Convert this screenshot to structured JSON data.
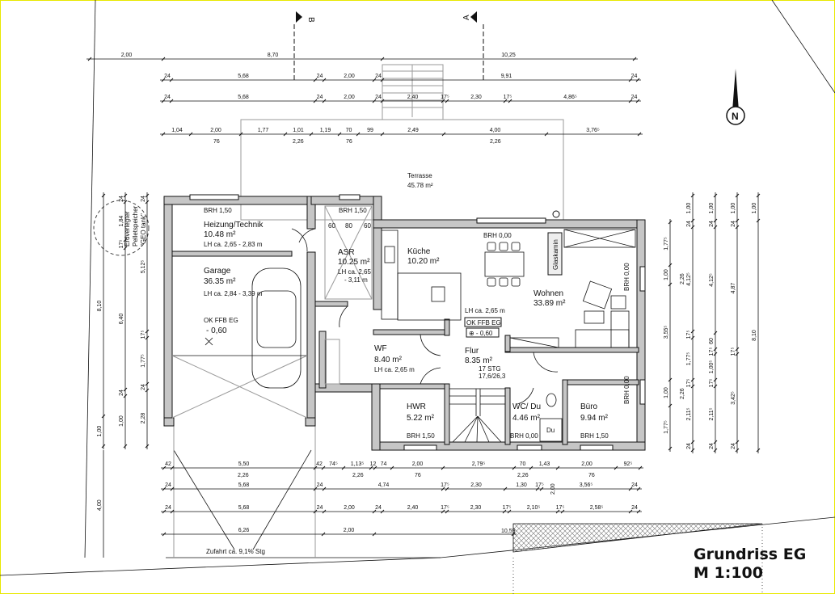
{
  "title": {
    "name": "Grundriss EG",
    "scale": "M 1:100"
  },
  "section_markers": {
    "b": "B",
    "a": "A"
  },
  "north": "N",
  "terrace": {
    "name": "Terrasse",
    "area": "45.78 m²"
  },
  "driveway": "Zufahrt ca. 9,1% Stg",
  "pellet_storage": [
    "Erdverlegter",
    "Pelletspeicher",
    "\"GEO tank\""
  ],
  "rooms": {
    "technik": {
      "brh": "BRH 1,50",
      "name": "Heizung/Technik",
      "area": "10.48 m²",
      "lh": "LH ca. 2,65 - 2,83 m"
    },
    "garage": {
      "name": "Garage",
      "area": "36.35 m²",
      "lh": "LH ca. 2,84 - 3,39 m",
      "level_label": "OK FFB EG",
      "level": "- 0,60"
    },
    "asr": {
      "brh": "BRH 1,50",
      "name": "ASR",
      "area": "10.25 m²",
      "lh": "LH ca. 2,65",
      "lh2": "- 3,11 m",
      "shelves": [
        "60",
        "80",
        "60"
      ]
    },
    "kueche": {
      "name": "Küche",
      "area": "10.20 m²"
    },
    "wohnen": {
      "name": "Wohnen",
      "area": "33.89 m²",
      "brh_top": "BRH 0,00",
      "brh_right": "BRH 0,00",
      "fireplace": "Glaskamin",
      "lh": "LH ca. 2,65 m",
      "level_label": "OK FFB EG",
      "level": "⊕ - 0,60"
    },
    "wf": {
      "name": "WF",
      "area": "8.40 m²",
      "lh": "LH ca. 2,65 m"
    },
    "flur": {
      "name": "Flur",
      "area": "8.35 m²",
      "stairs": "17 STG",
      "stairs_ratio": "17,6/26,3"
    },
    "hwr": {
      "name": "HWR",
      "area": "5.22 m²",
      "brh": "BRH 1,50"
    },
    "wc": {
      "name": "WC/ Du",
      "area": "4.46 m²",
      "brh": "BRH 0,00",
      "shower": "Du"
    },
    "buero": {
      "name": "Büro",
      "area": "9.94 m²",
      "brh": "BRH 1,50",
      "brh_right": "BRH 0,00"
    }
  },
  "dimensions": {
    "top": [
      [
        "2,00",
        "8,70",
        "10,25"
      ],
      [
        "24",
        "5,68",
        "24",
        "2,00",
        "24",
        "9,91",
        "24"
      ],
      [
        "24",
        "5,68",
        "24",
        "2,00",
        "24",
        "2,40",
        "17⁵",
        "2,30",
        "17⁵",
        "4,86⁵",
        "24"
      ],
      [
        "1,04",
        "2,00",
        "1,77",
        "1,01",
        "1,19",
        "70",
        "99",
        "2,49",
        "4,00",
        "3,76⁵"
      ]
    ],
    "top_sub": [
      "76",
      "2,26",
      "76",
      "2,26"
    ],
    "bottom": [
      [
        "42",
        "5,50",
        "42",
        "74⁵",
        "1,13⁵",
        "12",
        "74",
        "2,00",
        "2,79⁵",
        "70",
        "1,43",
        "2,00",
        "92⁵"
      ],
      [
        "24",
        "5,68",
        "24",
        "4,74",
        "17⁵",
        "2,30",
        "1,30",
        "17⁵",
        "3,56⁵",
        "24"
      ],
      [
        "24",
        "5,68",
        "24",
        "2,00",
        "24",
        "2,40",
        "17⁵",
        "2,30",
        "17⁵",
        "2,10⁵",
        "17⁵",
        "2,58⁵",
        "24"
      ],
      [
        "6,26",
        "2,00"
      ]
    ],
    "bottom_sub": [
      "2,26",
      "2,26",
      "76",
      "2,26",
      "76"
    ],
    "bottom_extra": {
      "total": "10,59",
      "stair_width": "2,00",
      "front": "4,00"
    },
    "left": [
      [
        "8,10",
        "1,00"
      ],
      [
        "24",
        "1,84",
        "17⁵",
        "6,40",
        "24",
        "1,00"
      ],
      [
        "24",
        "5,12⁵",
        "17⁵",
        "1,77⁵",
        "24",
        "2,28"
      ]
    ],
    "right": [
      [
        "1,77⁵",
        "1,00",
        "3,55⁵",
        "1,00",
        "1,77⁵"
      ],
      [
        "1,00",
        "24",
        "4,12⁵",
        "17⁵",
        "1,77⁵",
        "17⁵",
        "2,11⁵",
        "24"
      ],
      [
        "1,00",
        "24",
        "4,12⁵",
        "60",
        "17⁵",
        "1,00⁵",
        "17⁵",
        "2,11⁵",
        "24"
      ],
      [
        "1,00",
        "24",
        "4,87",
        "17⁵",
        "3,42⁵",
        "24"
      ],
      [
        "1,00",
        "8,10"
      ]
    ],
    "right_sub": [
      "2,26",
      "2,26"
    ]
  }
}
